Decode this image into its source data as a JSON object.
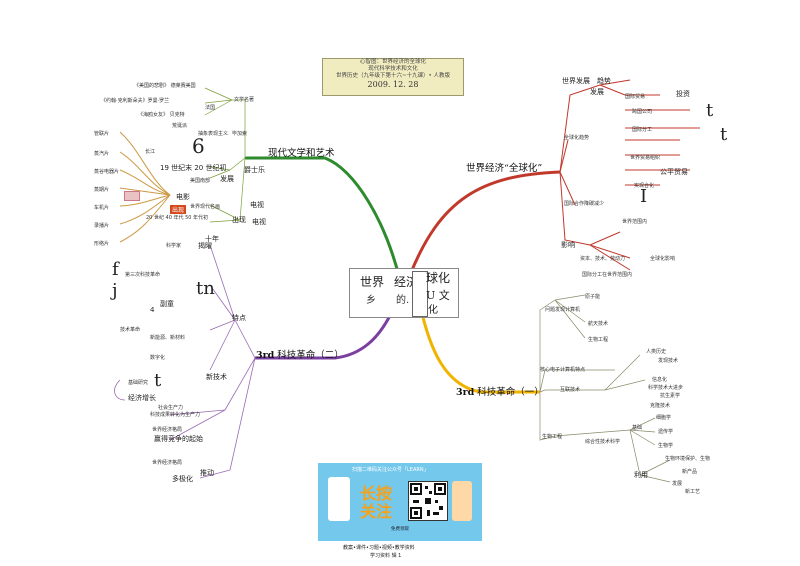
{
  "banner": {
    "line1": "心智图：世界经济的全球化",
    "line2": "现代科学技术和文化",
    "line3": "世界历史（九年级下第十六~十九课）• 人教版",
    "date": "2009. 12. 28"
  },
  "center": {
    "word1": "世界",
    "word2": "经济",
    "word3": "球化",
    "sub1": "乡",
    "sub2": "的.",
    "sub3": "U 文",
    "sub4": "化"
  },
  "branches": {
    "top_left": "现代文学和艺术",
    "top_right": "世界经济“全球化”",
    "bottom_left_prefix": "3rd",
    "bottom_left": "科技革命（二）",
    "bottom_right_prefix": "3rd",
    "bottom_right": "科技革命（一）"
  },
  "top_left_nodes": {
    "a1": "《美国的悲剧》 德莱赛美国",
    "a2": "《约翰·克利斯朵夫》罗曼·罗兰",
    "a3": "法国",
    "a4": "《海鸥女友》 贝克特",
    "a5": "文学名著",
    "a6": "荒诞派",
    "a7": "抽象表现主义",
    "a8": "毕加索",
    "a9": "19 世纪末 20 世纪初",
    "a10": "爵士乐",
    "a11": "发展",
    "a12": "美国南部",
    "a13": "电影",
    "a14": "世界现代名画",
    "a15": "电视",
    "a16": "20 世纪 40 年代 50 年代初",
    "a17": "出现",
    "a18": "长江",
    "numeral_six": "6"
  },
  "left_side_labels": [
    "管联片",
    "蒸汽片",
    "蒸谷电器片",
    "蒸期片",
    "车机片",
    "录播片",
    "形络片"
  ],
  "top_right_nodes": {
    "b1": "世界发展",
    "b2": "趋势",
    "b3": "全球化趋势",
    "b4": "发展",
    "b5": "投资",
    "b6": "国际贸易",
    "b7": "跨国公司",
    "b8": "国际分工",
    "b9": "世界贸易组织",
    "b10": "公平贸易",
    "b11": "实现合化",
    "b12": "国际合作降碳减少",
    "b13": "影响",
    "b14": "世界范围内",
    "b15": "资本、技术、劳动力",
    "b16": "全球化影响",
    "b17": "国际分工在世界范围内",
    "big_letter_t1": "t",
    "big_letter_t2": "t",
    "big_letter_i": "I"
  },
  "bottom_left_nodes": {
    "c1": "十年",
    "c2": "科学家",
    "c3": "揭曜",
    "c4": "第三次科技革命",
    "c5": "副童",
    "c6": "特点",
    "c7": "技术革命",
    "c8": "新能源、新材料",
    "c9": "数字化",
    "c10": "新技术",
    "c11": "基础研究",
    "c12": "科技成果转化为生产力",
    "c13": "经济增长",
    "c14": "社会生产力",
    "c15": "世界经济格局",
    "c16": "赢得竞争的起始",
    "c17": "推动",
    "c18": "多极化",
    "letters_f": "f",
    "letters_j": "j",
    "letters_tn": "tn",
    "letters_t": "t",
    "numeral_four": "4"
  },
  "bottom_right_nodes": {
    "d1": "问题发现计算机",
    "d2": "原子能",
    "d3": "航天技术",
    "d4": "生物工程",
    "d5": "核心电子计算机特点",
    "d6": "互联技术",
    "d7": "人类历史",
    "d8": "发现技术",
    "d9": "信息化",
    "d10": "科学技术大进步",
    "d11": "克隆技术",
    "d12": "基础",
    "d13": "细胞学",
    "d14": "遗传学",
    "d15": "生物学",
    "d16": "生物工程",
    "d17": "综合性技术科学",
    "d18": "利用",
    "d19": "新产品",
    "d20": "发展",
    "d21": "新工艺",
    "d22": "生物环境保护、生物",
    "d23": "抗生素学"
  },
  "promo": {
    "head": "扫描二维码关注公众号「LEARN」",
    "big1": "长按",
    "big2": "关注",
    "footer1": "免费领取",
    "footer2": "教案•课件•习题•视频•教学资料",
    "footer3": "学习资料      辑 1"
  },
  "colors": {
    "top_left_branch": "#2d8a2d",
    "top_right_branch": "#c0392b",
    "bottom_left_branch": "#7b3fa0",
    "bottom_right_branch": "#f0b400",
    "banner_bg": "#f1ecc0",
    "promo_bg": "#74c8ec",
    "promo_text": "#f4a21c"
  }
}
